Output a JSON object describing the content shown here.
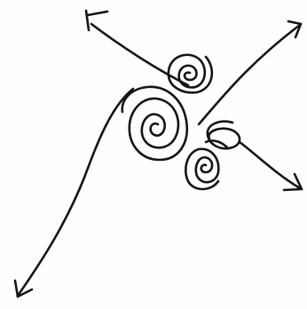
{
  "drawing": {
    "style": "hand-drawn pen sketch",
    "background_color": "#fefefe",
    "ink_color": "#141414",
    "elements": [
      "arrow-up-left",
      "arrow-up-right",
      "arrow-down-right",
      "arrow-down-left",
      "spiral-small-top",
      "spiral-large-left",
      "spiral-lower-right"
    ]
  }
}
